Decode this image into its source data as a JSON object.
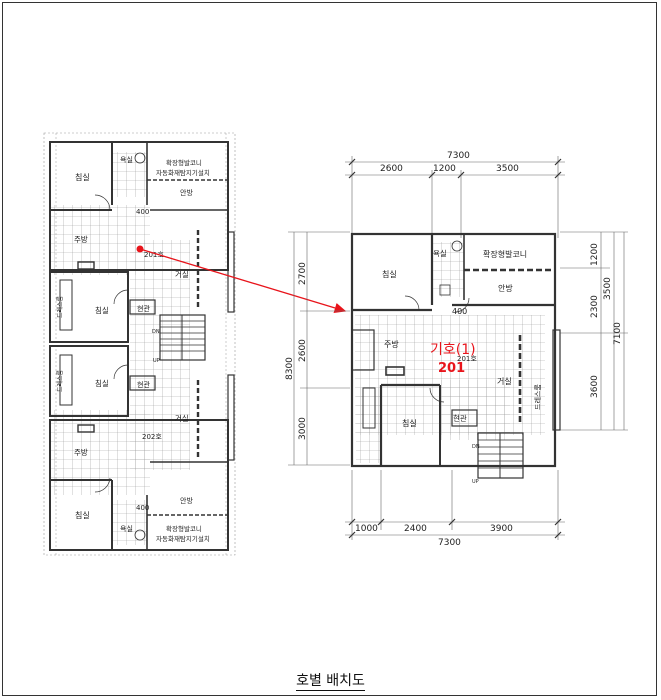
{
  "caption": "호별 배치도",
  "left_plan": {
    "rooms": {
      "bedroom_top": "침실",
      "bath_top": "욕실",
      "ext_balcony_top_1": "확장형발코니",
      "ext_balcony_top_2": "자동화재탐지기설치",
      "main_room_top": "안방",
      "dim_400_top": "400",
      "kitchen_1": "주방",
      "unit_201": "201호",
      "living_1": "거실",
      "entrance_1": "현관",
      "dress_1": "드레스룸",
      "bedroom_2": "침실",
      "bedroom_3": "침실",
      "entrance_2": "현관",
      "dress_2": "드레스룸",
      "living_2": "거실",
      "unit_202": "202호",
      "kitchen_2": "주방",
      "main_room_bottom": "안방",
      "dim_400_bottom": "400",
      "bedroom_bottom": "침실",
      "bath_bottom": "욕실",
      "ext_balcony_bottom_1": "확장형발코니",
      "ext_balcony_bottom_2": "자동화재탐지기설치",
      "dn_1": "DN",
      "up_1": "UP"
    }
  },
  "right_plan": {
    "dims_top": {
      "total": "7300",
      "a": "2600",
      "b": "1200",
      "c": "3500"
    },
    "dims_bottom": {
      "a": "1000",
      "b": "2400",
      "c": "3900",
      "total": "7300"
    },
    "dims_left": {
      "a": "2700",
      "b": "2600",
      "c": "3000",
      "total": "8300"
    },
    "dims_right": {
      "a": "1200",
      "b": "2300",
      "c": "3500",
      "d": "3600",
      "total": "7100"
    },
    "rooms": {
      "bedroom_1": "침실",
      "bath": "욕실",
      "ext_balcony": "확장형발코니",
      "main_room": "안방",
      "dim_400": "400",
      "kitchen": "주방",
      "unit": "201호",
      "living": "거실",
      "dress": "드레스룸",
      "bedroom_2": "침실",
      "entrance": "현관",
      "dn": "DN",
      "up": "UP"
    },
    "annotation_line1": "기호(1)",
    "annotation_line2": "201",
    "annotation_color": "#e8141b"
  },
  "arrow_color": "#e8141b"
}
